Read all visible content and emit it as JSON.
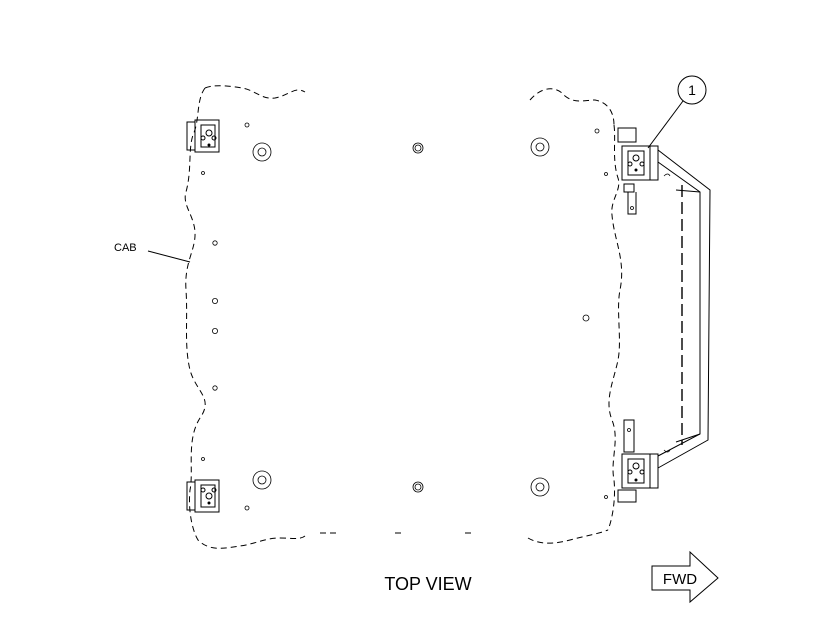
{
  "view_title": "TOP VIEW",
  "cab_label": "CAB",
  "callout_number": "1",
  "direction_label": "FWD"
}
